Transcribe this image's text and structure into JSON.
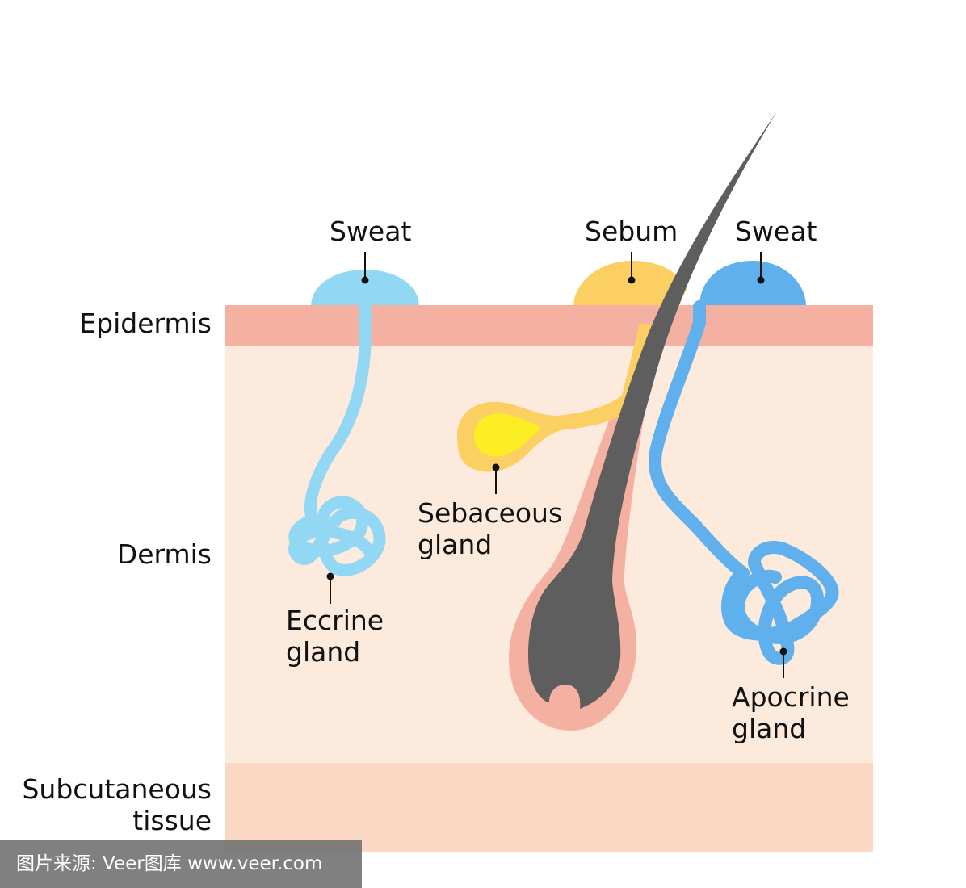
{
  "diagram": {
    "title": "Skin structure: sweat and sebum secretion",
    "layers": [
      {
        "id": "epidermis",
        "label": "Epidermis",
        "color": "#F4B1A2"
      },
      {
        "id": "dermis",
        "label": "Dermis",
        "color": "#FCEADC"
      },
      {
        "id": "subcutaneous",
        "label_line1": "Subcutaneous",
        "label_line2": "tissue",
        "color": "#FAD8C4"
      }
    ],
    "surface_labels": {
      "sweat_left": "Sweat",
      "sebum": "Sebum",
      "sweat_right": "Sweat"
    },
    "structure_labels": {
      "eccrine_line1": "Eccrine",
      "eccrine_line2": "gland",
      "sebaceous_line1": "Sebaceous",
      "sebaceous_line2": "gland",
      "apocrine_line1": "Apocrine",
      "apocrine_line2": "gland"
    },
    "colors": {
      "eccrine": "#92D8F4",
      "apocrine": "#5FB0EC",
      "sebum": "#FCCF63",
      "sebaceous_core": "#FCEE22",
      "hair": "#5E5E5E",
      "follicle": "#F4B1A2",
      "leader_line": "#111111"
    }
  },
  "watermark": {
    "text": "图片来源: Veer图库 www.veer.com"
  }
}
